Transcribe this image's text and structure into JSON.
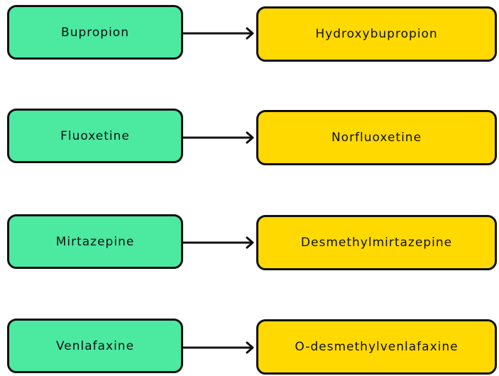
{
  "colors": {
    "source_fill": "#4ce9a1",
    "metabolite_fill": "#ffd900",
    "border": "#111111",
    "arrow": "#111111"
  },
  "pairs": [
    {
      "drug": "Bupropion",
      "metabolite": "Hydroxybupropion"
    },
    {
      "drug": "Fluoxetine",
      "metabolite": "Norfluoxetine"
    },
    {
      "drug": "Mirtazepine",
      "metabolite": "Desmethylmirtazepine"
    },
    {
      "drug": "Venlafaxine",
      "metabolite": "O-desmethylvenlafaxine"
    }
  ]
}
